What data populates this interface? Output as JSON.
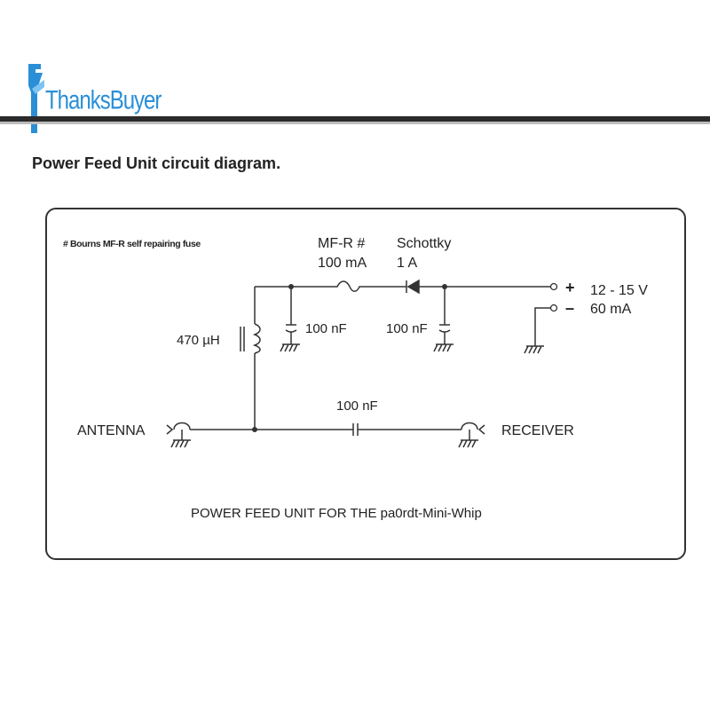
{
  "brand": {
    "name": "ThanksBuyer",
    "color": "#2a8fd6"
  },
  "page": {
    "title": "Power Feed Unit circuit diagram."
  },
  "diagram": {
    "note": "# Bourns MF-R self repairing fuse",
    "fuse": {
      "line1": "MF-R #",
      "line2": "100 mA"
    },
    "diode": {
      "line1": "Schottky",
      "line2": "1 A"
    },
    "cap_left": "100 nF",
    "cap_right": "100 nF",
    "cap_series": "100 nF",
    "inductor": "470 µH",
    "supply": {
      "plus": "+",
      "minus": "–",
      "voltage": "12 - 15 V",
      "current": "60 mA"
    },
    "antenna": "ANTENNA",
    "receiver": "RECEIVER",
    "caption": "POWER FEED UNIT FOR THE pa0rdt-Mini-Whip"
  }
}
